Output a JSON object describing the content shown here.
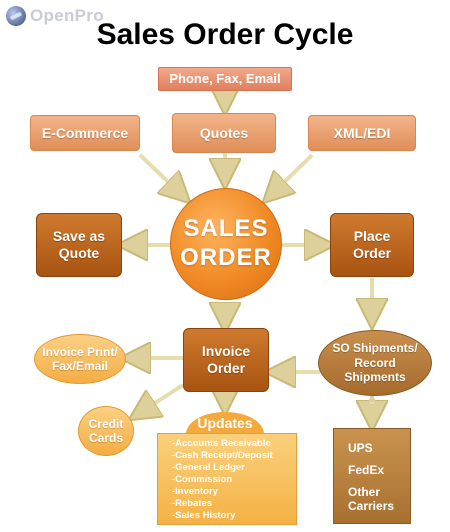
{
  "logo": {
    "text": "OpenPro"
  },
  "title": "Sales Order Cycle",
  "nodes": {
    "phone": "Phone, Fax, Email",
    "ecommerce": "E-Commerce",
    "quotes": "Quotes",
    "xml_edi": "XML/EDI",
    "sales_order_line1": "SALES",
    "sales_order_line2": "ORDER",
    "save_quote_line1": "Save as",
    "save_quote_line2": "Quote",
    "place_order_line1": "Place",
    "place_order_line2": "Order",
    "invoice_order_line1": "Invoice",
    "invoice_order_line2": "Order",
    "invoice_print_line1": "Invoice Print/",
    "invoice_print_line2": "Fax/Email",
    "so_shipments_line1": "SO Shipments/",
    "so_shipments_line2": "Record",
    "so_shipments_line3": "Shipments",
    "credit_cards_line1": "Credit",
    "credit_cards_line2": "Cards",
    "updates_title": "Updates",
    "updates_items": [
      "-Accounts Receivable",
      "-Cash Receipt/Deposit",
      "-General Ledger",
      "-Commission",
      "-Inventory",
      "-Rebates",
      "-Sales History"
    ],
    "carriers": [
      "UPS",
      "FedEx",
      "Other",
      "Carriers"
    ]
  },
  "colors": {
    "light_box": "#e08f59",
    "dark_box": "#a85412",
    "sales_order": "#f08a25",
    "yellow": "#f4b245",
    "brown": "#a8702f",
    "arrow": "#e9dfb0"
  }
}
